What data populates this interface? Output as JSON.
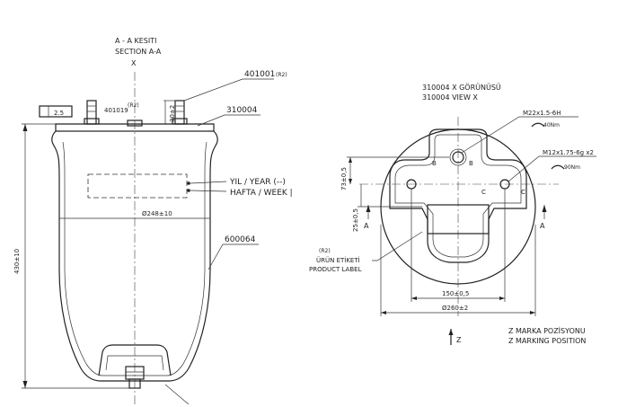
{
  "section": {
    "title_tr": "A - A KESITI",
    "title_en": "SECTION A-A",
    "view_marker": "X"
  },
  "left": {
    "part_401001": "401001",
    "part_401001_rev": "(R2)",
    "part_401019": "401019",
    "part_401019_rev": "(R2)",
    "part_310004": "310004",
    "part_600064": "600064",
    "dim_30": "30±2",
    "dim_height": "430±10",
    "dim_diameter": "Ø248±10",
    "year_label": "YIL / YEAR (--)",
    "week_label": "HAFTA / WEEK |",
    "stamp_label": "2.5"
  },
  "right": {
    "view_title_tr": "310004 X GÖRÜNÜSÜ",
    "view_title_en": "310004 VIEW X",
    "thread_main": "M22x1.5-6H",
    "torque_main": "40Nm",
    "thread_side": "M12x1.75-6g x2",
    "torque_side": "90Nm",
    "dim_73": "73±0,5",
    "dim_25": "25±0,5",
    "dim_150": "150±0,5",
    "dim_260": "Ø260±2",
    "section_mark": "A",
    "label_rev": "(R2)",
    "label_tr": "ÜRÜN ETİKETİ",
    "label_en": "PRODUCT LABEL",
    "marker_b": "B",
    "marker_c": "C",
    "z_label": "Z",
    "z_pos_tr": "Z MARKA POZİSYONU",
    "z_pos_en": "Z MARKING POSITION"
  }
}
